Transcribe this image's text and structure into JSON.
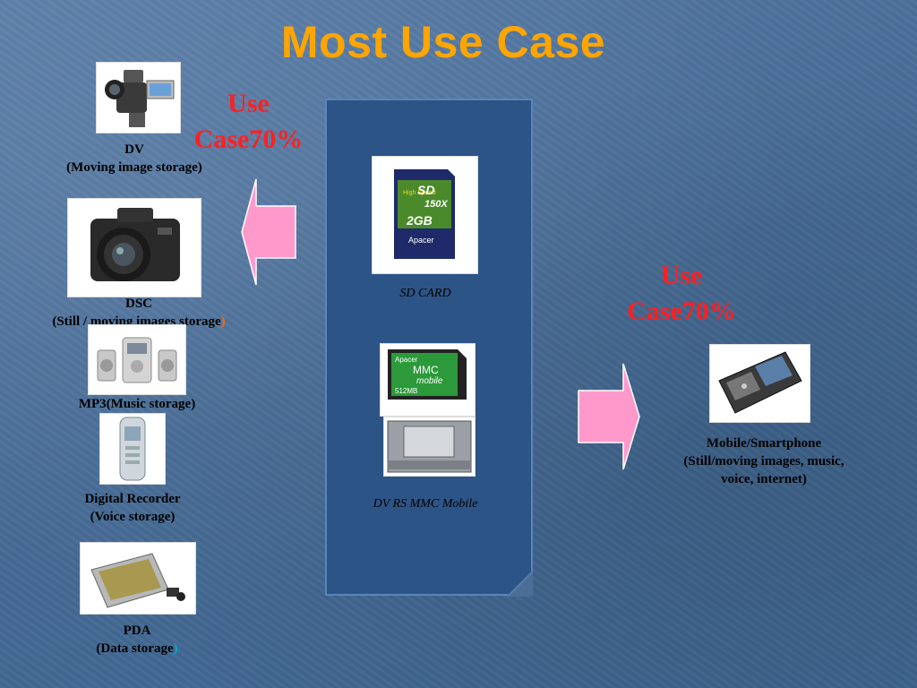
{
  "title": "Most Use Case",
  "left_use_case": [
    "Use",
    "Case70%"
  ],
  "right_use_case": [
    "Use",
    "Case70%"
  ],
  "devices": {
    "dv": [
      "DV",
      "(Moving image storage)"
    ],
    "dsc": [
      "DSC",
      "(Still / moving images storage",
      ")"
    ],
    "mp3": "MP3(Music storage)",
    "recorder": [
      "Digital Recorder",
      "(Voice storage)"
    ],
    "pda": [
      "PDA",
      "(Data storage",
      ")"
    ]
  },
  "cards": {
    "sd": "SD CARD",
    "mmc": "DV RS MMC Mobile"
  },
  "sd_card_print": {
    "speed": "High Speed",
    "rating": "150X",
    "brand_mark": "SD",
    "capacity": "2GB",
    "maker": "Apacer"
  },
  "mmc_card_print": {
    "maker": "Apacer",
    "type": "MMC",
    "sub": "mobile",
    "capacity": "512MB"
  },
  "mobile": [
    "Mobile/Smartphone",
    "(Still/moving images, music,",
    "voice, internet)"
  ],
  "colors": {
    "title": "#ffa500",
    "use_case": "#ff2020",
    "arrow": "#ff99cc",
    "panel": "#2d5486"
  }
}
